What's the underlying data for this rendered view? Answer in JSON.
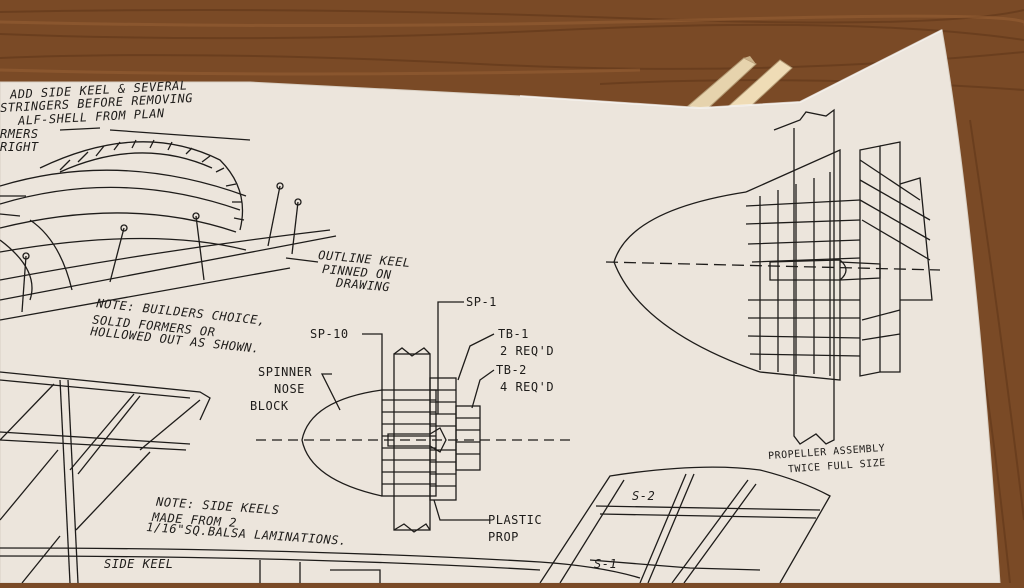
{
  "photo": {
    "wood_color": "#7a4a26",
    "paper_color": "#ece5dc",
    "ink_color": "#1e1c1a",
    "stick_color": "#e6d3ad"
  },
  "notes": {
    "top_line1": "ADD SIDE KEEL & SEVERAL",
    "top_line2": "STRINGERS BEFORE REMOVING",
    "top_line3": "ALF-SHELL FROM PLAN",
    "formers_line1": "RMERS",
    "formers_line2": "RIGHT",
    "outline_keel_line1": "OUTLINE KEEL",
    "outline_keel_line2": "PINNED ON",
    "outline_keel_line3": "DRAWING",
    "builders_line1": "NOTE: BUILDERS CHOICE,",
    "builders_line2": "SOLID FORMERS OR",
    "builders_line3": "HOLLOWED OUT AS SHOWN.",
    "side_keels_line1": "NOTE: SIDE KEELS",
    "side_keels_line2": "MADE FROM 2",
    "side_keels_line3": "1/16\"SQ.BALSA LAMINATIONS.",
    "side_keel": "SIDE KEEL"
  },
  "parts": {
    "sp1": "SP-1",
    "sp10": "SP-10",
    "tb1": "TB-1",
    "tb1_req": "2 REQ'D",
    "tb2": "TB-2",
    "tb2_req": "4 REQ'D",
    "spinner_line1": "SPINNER",
    "spinner_line2": "NOSE",
    "spinner_line3": "BLOCK",
    "plastic_line1": "PLASTIC",
    "plastic_line2": "PROP",
    "s2": "S-2",
    "s1": "S-1"
  },
  "propeller": {
    "line1": "PROPELLER ASSEMBLY",
    "line2": "TWICE FULL SIZE"
  }
}
